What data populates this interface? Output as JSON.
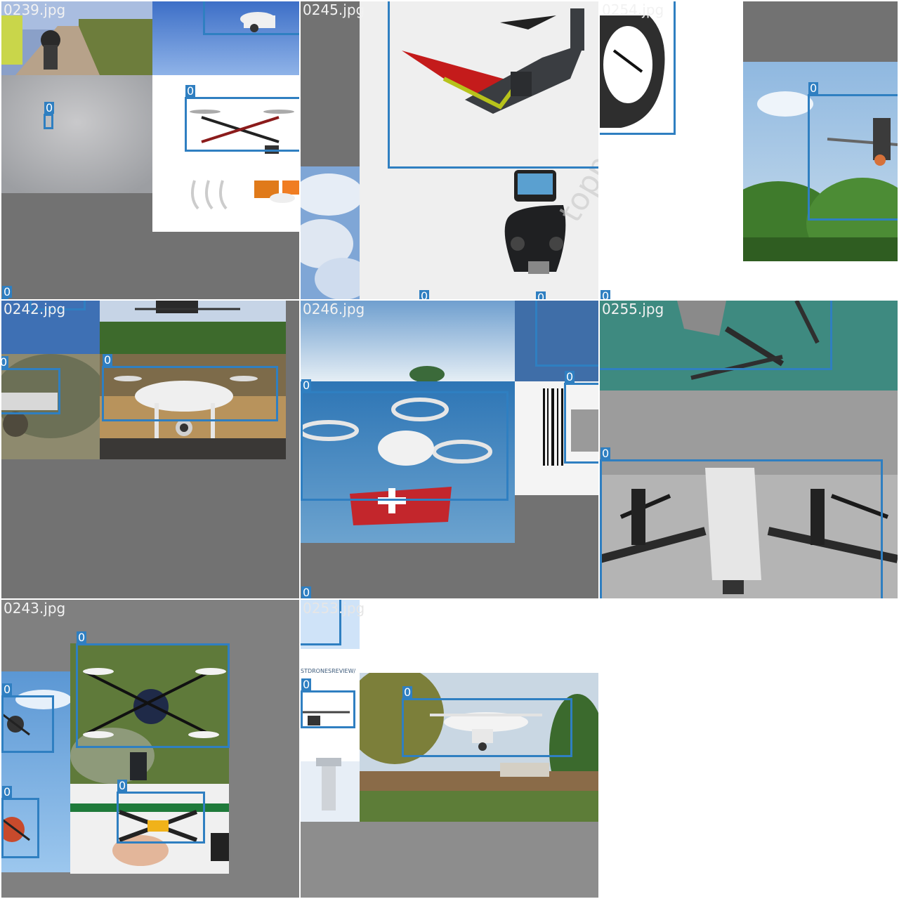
{
  "grid": {
    "tiles": [
      {
        "filename": "0239.jpg",
        "class_id": "0"
      },
      {
        "filename": "0245.jpg",
        "class_id": "0"
      },
      {
        "filename": "0254.jpg",
        "class_id": "0"
      },
      {
        "filename": "0242.jpg",
        "class_id": "0"
      },
      {
        "filename": "0246.jpg",
        "class_id": "0"
      },
      {
        "filename": "0255.jpg",
        "class_id": "0"
      },
      {
        "filename": "0243.jpg",
        "class_id": "0"
      },
      {
        "filename": "0253.jpg",
        "class_id": "0"
      }
    ]
  },
  "watermark": "topprolls.c",
  "side_text": "STDRONESREVIEW/",
  "colors": {
    "box": "#2f7fc1",
    "pad_gray": "#727272",
    "label_text": "#ffffff"
  }
}
